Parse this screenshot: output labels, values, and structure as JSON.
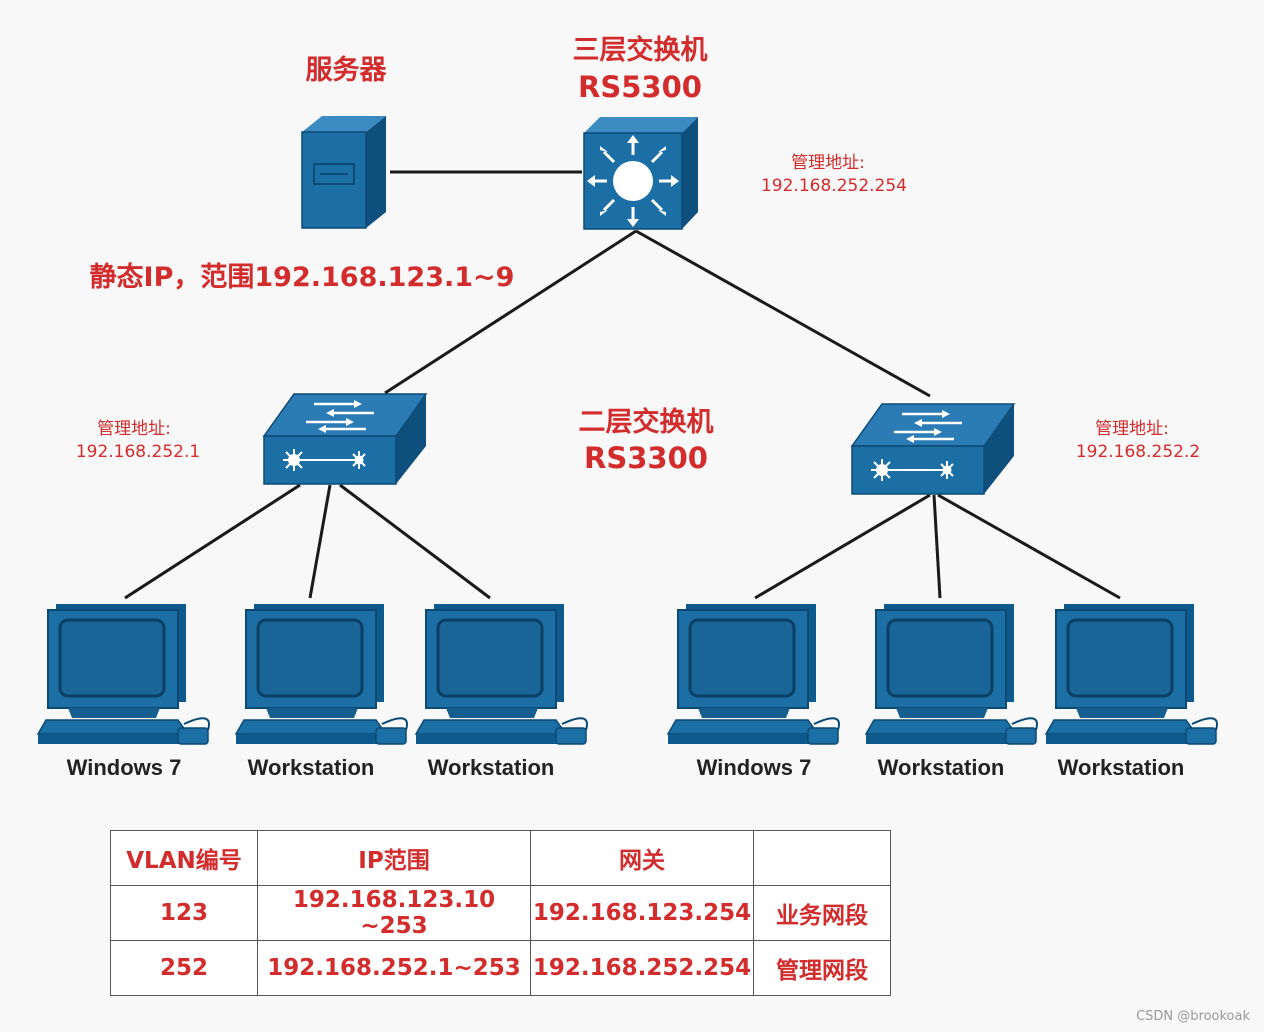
{
  "diagram": {
    "server_label": "服务器",
    "server_ip_note": "静态IP，范围192.168.123.1~9",
    "core_switch": {
      "title": "三层交换机",
      "model": "RS5300",
      "mgmt_label": "管理地址:",
      "mgmt_ip": "192.168.252.254"
    },
    "access_switch_title": "二层交换机",
    "access_switch_model": "RS3300",
    "left_switch": {
      "mgmt_label": "管理地址:",
      "mgmt_ip": "192.168.252.1"
    },
    "right_switch": {
      "mgmt_label": "管理地址:",
      "mgmt_ip": "192.168.252.2"
    },
    "left_pcs": [
      "Windows 7",
      "Workstation",
      "Workstation"
    ],
    "right_pcs": [
      "Windows 7",
      "Workstation",
      "Workstation"
    ]
  },
  "vlan_table": {
    "headers": [
      "VLAN编号",
      "IP范围",
      "网关",
      ""
    ],
    "rows": [
      [
        "123",
        "192.168.123.10 ~253",
        "192.168.123.254",
        "业务网段"
      ],
      [
        "252",
        "192.168.252.1~253",
        "192.168.252.254",
        "管理网段"
      ]
    ]
  },
  "watermark": "CSDN @brookoak",
  "colors": {
    "device_blue": "#1c6fa5",
    "device_dark": "#0f4f7d",
    "label_red": "#d22c2c"
  }
}
